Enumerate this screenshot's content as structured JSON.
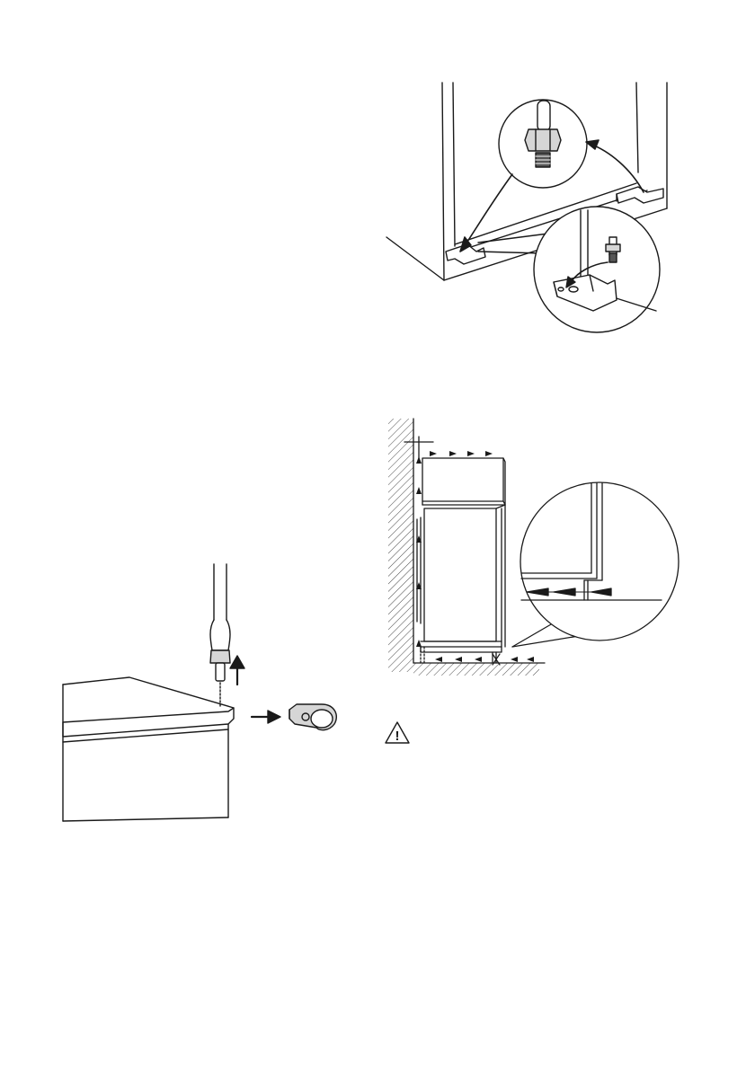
{
  "page": {
    "background": "#ffffff",
    "line_color": "#1a1a1a"
  },
  "figures": [
    {
      "id": "hinge-spacer-figure",
      "icon": "bracket-hinge-illustration"
    },
    {
      "id": "ventilation-clearance-figure",
      "icon": "cabinet-ventilation-illustration"
    },
    {
      "id": "screwdriver-cover-figure",
      "icon": "screwdriver-hinge-cover-illustration"
    }
  ],
  "warning": {
    "icon": "warning-triangle-icon",
    "glyph": "!"
  }
}
